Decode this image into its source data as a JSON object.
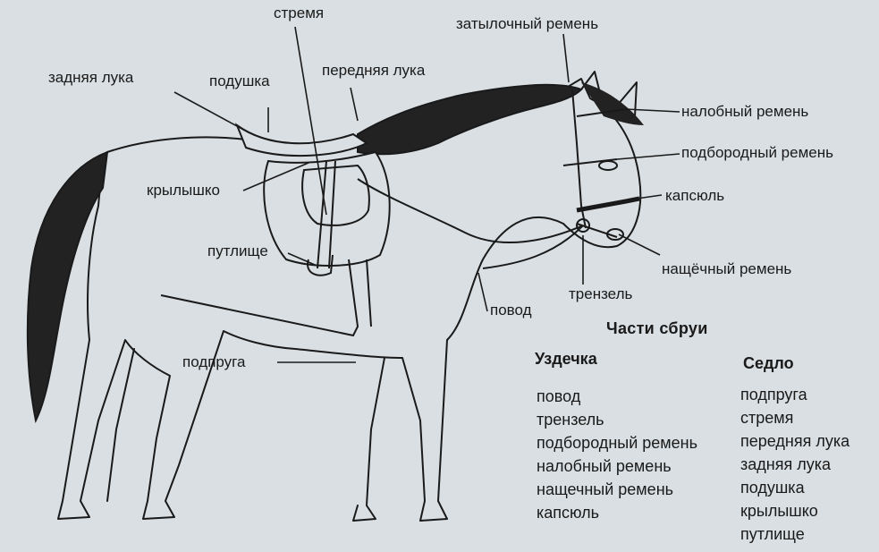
{
  "title": "Части сбруи",
  "callouts": {
    "stirrup": "стремя",
    "headpiece": "затылочный ремень",
    "cantle": "задняя лука",
    "pad": "подушка",
    "pommel": "передняя лука",
    "browband": "налобный ремень",
    "throatlatch": "подбородный ремень",
    "flap": "крылышко",
    "noseband": "капсюль",
    "stirrup_leather": "путлище",
    "cheekpiece": "нащёчный ремень",
    "bit": "трензель",
    "rein": "повод",
    "girth": "подпруга"
  },
  "bridle": {
    "heading": "Уздечка",
    "items": [
      "повод",
      "трензель",
      "подбородный ремень",
      "налобный ремень",
      "нащечный ремень",
      "капсюль"
    ]
  },
  "saddle": {
    "heading": "Седло",
    "items": [
      "подпруга",
      "стремя",
      "передняя лука",
      "задняя лука",
      "подушка",
      "крылышко",
      "путлище"
    ]
  },
  "colors": {
    "paper": "#d9dfe3",
    "ink": "#1a1a1a"
  }
}
